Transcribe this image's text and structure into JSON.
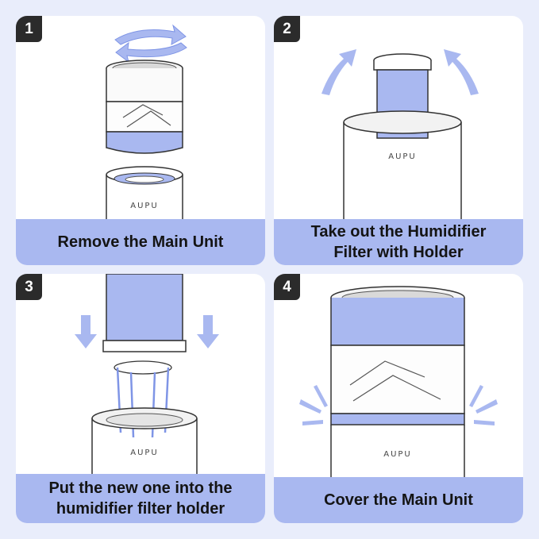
{
  "steps": [
    {
      "number": "1",
      "caption": "Remove the Main Unit"
    },
    {
      "number": "2",
      "caption": "Take out the Humidifier\nFilter with Holder"
    },
    {
      "number": "3",
      "caption": "Put the new one into the\nhumidifier filter holder"
    },
    {
      "number": "4",
      "caption": "Cover the Main Unit"
    }
  ],
  "brand": "AUPU",
  "colors": {
    "background": "#e9edfb",
    "accent": "#a9b8f0",
    "badge": "#2b2b2b"
  },
  "icons": [
    "rotate-arrow-icon",
    "up-arrow-icon",
    "down-arrow-icon",
    "burst-lines-icon"
  ]
}
